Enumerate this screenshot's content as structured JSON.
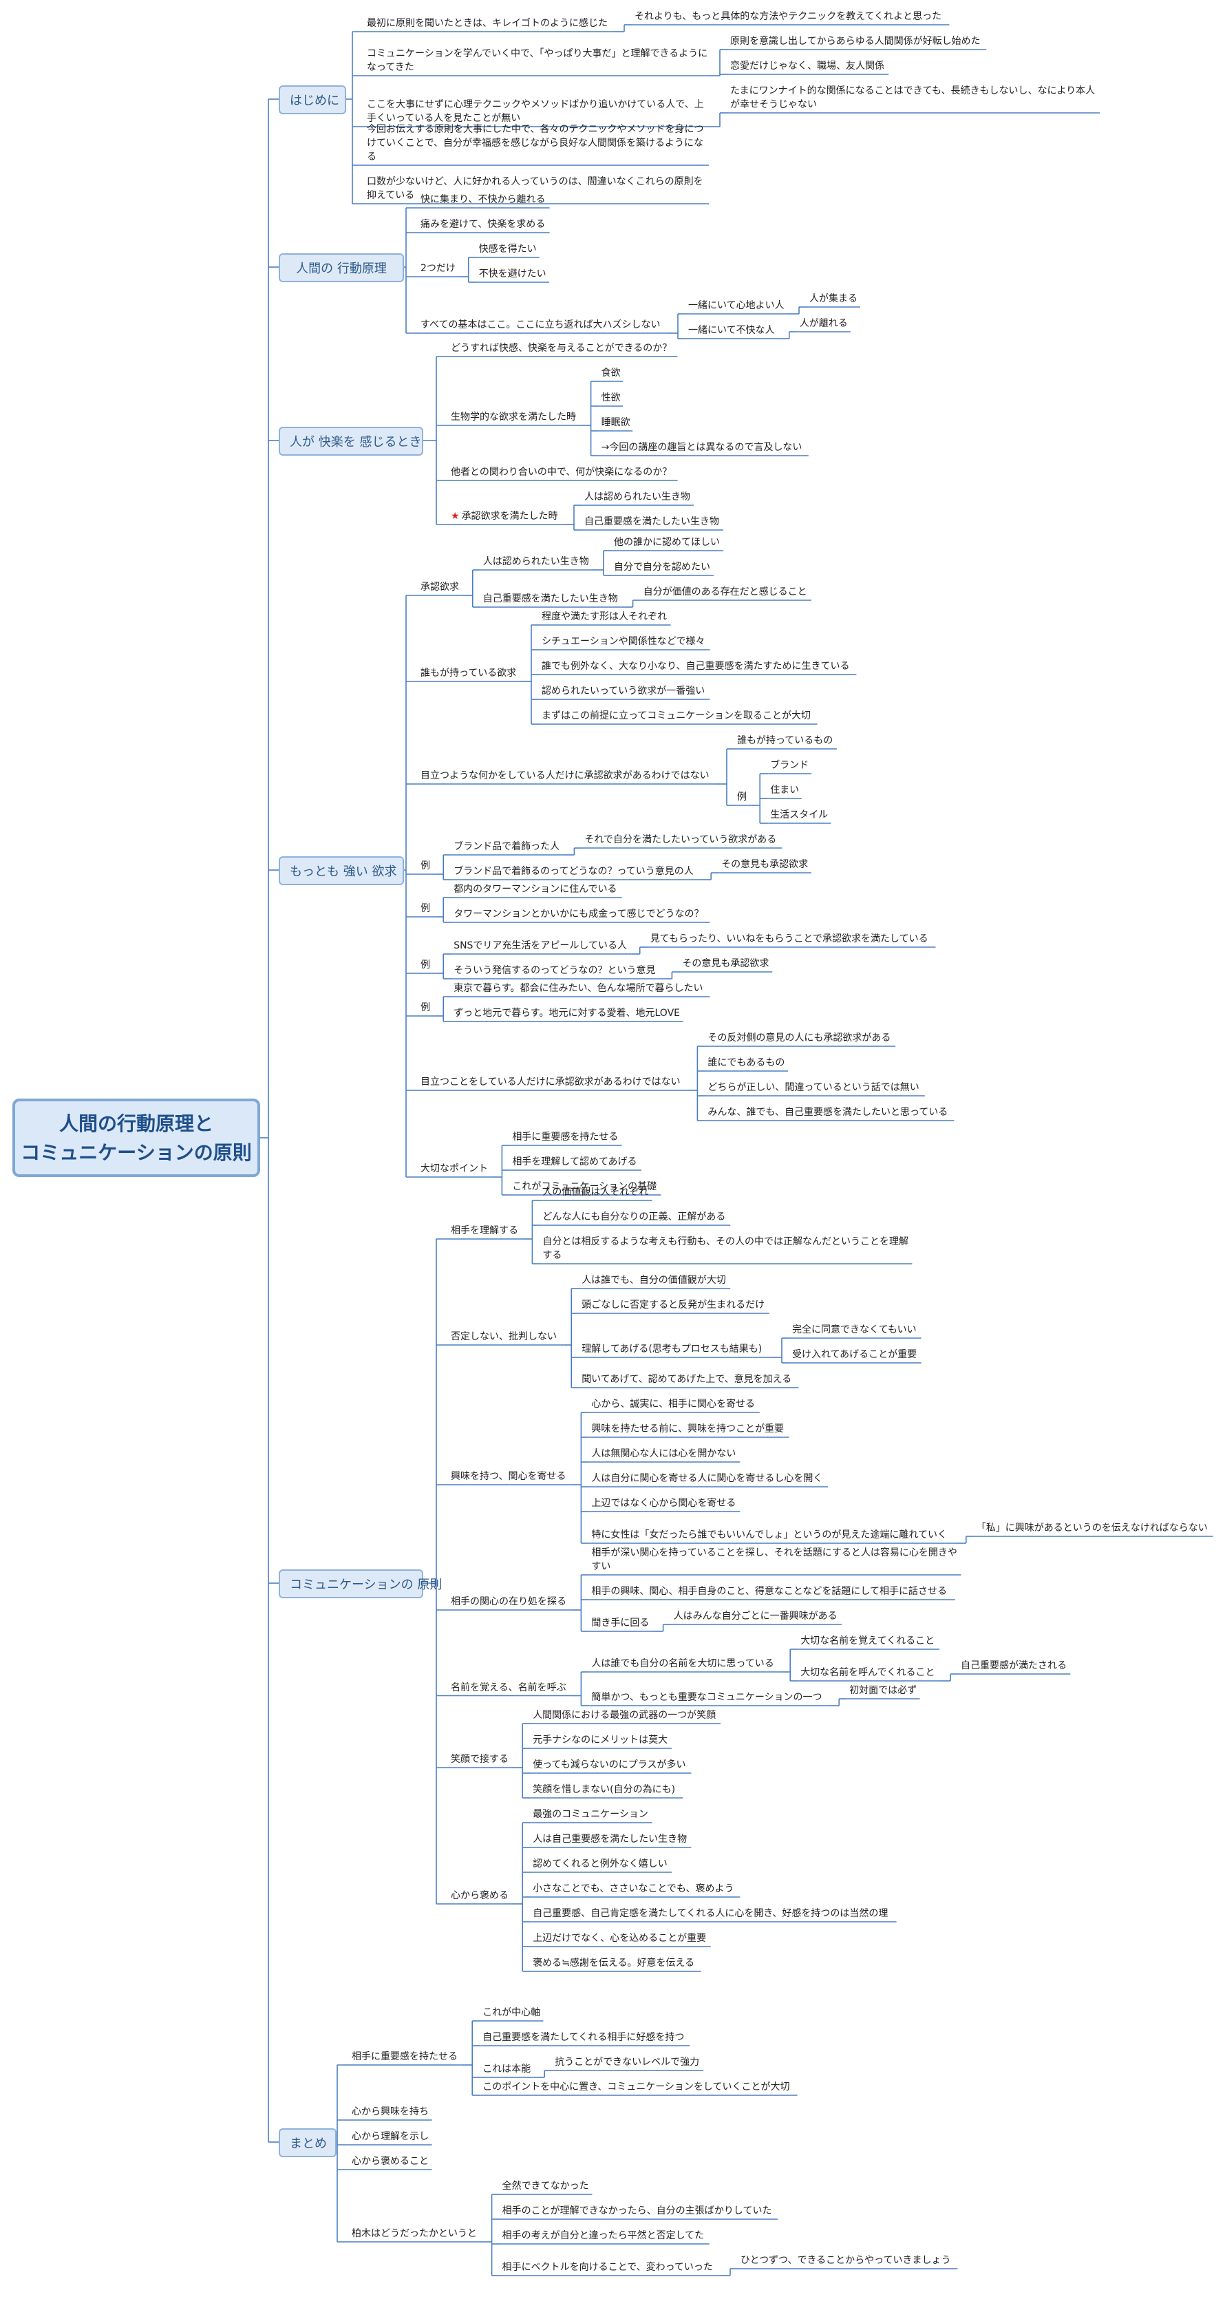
{
  "root": "人間の行動原理と\nコミュニケーションの原則",
  "branches": [
    {
      "label": "はじめに",
      "children": [
        {
          "text": "最初に原則を聞いたときは、キレイゴトのように感じた",
          "children": [
            {
              "text": "それよりも、もっと具体的な方法やテクニックを教えてくれよと思った"
            }
          ]
        },
        {
          "text": "コミュニケーションを学んでいく中で、「やっぱり大事だ」と理解できるようになってきた",
          "children": [
            {
              "text": "原則を意識し出してからあらゆる人間関係が好転し始めた"
            },
            {
              "text": "恋愛だけじゃなく、職場、友人関係"
            }
          ]
        },
        {
          "text": "ここを大事にせずに心理テクニックやメソッドばかり追いかけている人で、上手くいっている人を見たことが無い",
          "children": [
            {
              "text": "たまにワンナイト的な関係になることはできても、長続きもしないし、なにより本人が幸せそうじゃない"
            }
          ]
        },
        {
          "text": "今回お伝えする原則を大事にした中で、各々のテクニックやメソッドを身につけていくことで、自分が幸福感を感じながら良好な人間関係を築けるようになる"
        },
        {
          "text": "口数が少ないけど、人に好かれる人っていうのは、間違いなくこれらの原則を抑えている"
        }
      ]
    },
    {
      "label": "人間の 行動原理",
      "children": [
        {
          "text": "快に集まり、不快から離れる"
        },
        {
          "text": "痛みを避けて、快楽を求める"
        },
        {
          "text": "2つだけ",
          "children": [
            {
              "text": "快感を得たい"
            },
            {
              "text": "不快を避けたい"
            }
          ]
        },
        {
          "text": "すべての基本はここ。ここに立ち返れば大ハズシしない",
          "children": [
            {
              "text": "一緒にいて心地よい人",
              "children": [
                {
                  "text": "人が集まる"
                }
              ]
            },
            {
              "text": "一緒にいて不快な人",
              "children": [
                {
                  "text": "人が離れる"
                }
              ]
            }
          ]
        }
      ]
    },
    {
      "label": "人が 快楽を 感じるとき",
      "children": [
        {
          "text": "どうすれば快感、快楽を与えることができるのか？"
        },
        {
          "text": "生物学的な欲求を満たした時",
          "children": [
            {
              "text": "食欲"
            },
            {
              "text": "性欲"
            },
            {
              "text": "睡眠欲"
            },
            {
              "text": "→今回の講座の趣旨とは異なるので言及しない"
            }
          ]
        },
        {
          "text": "他者との関わり合いの中で、何が快楽になるのか？"
        },
        {
          "text": "承認欲求を満たした時",
          "star": true,
          "children": [
            {
              "text": "人は認められたい生き物"
            },
            {
              "text": "自己重要感を満たしたい生き物"
            }
          ]
        }
      ]
    },
    {
      "label": "もっとも 強い 欲求",
      "children": [
        {
          "text": "承認欲求",
          "children": [
            {
              "text": "人は認められたい生き物",
              "children": [
                {
                  "text": "他の誰かに認めてほしい"
                },
                {
                  "text": "自分で自分を認めたい"
                }
              ]
            },
            {
              "text": "自己重要感を満たしたい生き物",
              "children": [
                {
                  "text": "自分が価値のある存在だと感じること"
                }
              ]
            }
          ]
        },
        {
          "text": "誰もが持っている欲求",
          "children": [
            {
              "text": "程度や満たす形は人それぞれ"
            },
            {
              "text": "シチュエーションや関係性などで様々"
            },
            {
              "text": "誰でも例外なく、大なり小なり、自己重要感を満たすために生きている"
            },
            {
              "text": "認められたいっていう欲求が一番強い"
            },
            {
              "text": "まずはこの前提に立ってコミュニケーションを取ることが大切"
            }
          ]
        },
        {
          "text": "目立つような何かをしている人だけに承認欲求があるわけではない",
          "children": [
            {
              "text": "誰もが持っているもの"
            },
            {
              "text": "例",
              "children": [
                {
                  "text": "ブランド"
                },
                {
                  "text": "住まい"
                },
                {
                  "text": "生活スタイル"
                }
              ]
            }
          ]
        },
        {
          "text": "例",
          "children": [
            {
              "text": "ブランド品で着飾った人",
              "children": [
                {
                  "text": "それで自分を満たしたいっていう欲求がある"
                }
              ]
            },
            {
              "text": "ブランド品で着飾るのってどうなの？っていう意見の人",
              "children": [
                {
                  "text": "その意見も承認欲求"
                }
              ]
            }
          ]
        },
        {
          "text": "例",
          "children": [
            {
              "text": "都内のタワーマンションに住んでいる"
            },
            {
              "text": "タワーマンションとかいかにも成金って感じでどうなの？"
            }
          ]
        },
        {
          "text": "例",
          "children": [
            {
              "text": "SNSでリア充生活をアピールしている人",
              "children": [
                {
                  "text": "見てもらったり、いいねをもらうことで承認欲求を満たしている"
                }
              ]
            },
            {
              "text": "そういう発信するのってどうなの？という意見",
              "children": [
                {
                  "text": "その意見も承認欲求"
                }
              ]
            }
          ]
        },
        {
          "text": "例",
          "children": [
            {
              "text": "東京で暮らす。都会に住みたい、色んな場所で暮らしたい"
            },
            {
              "text": "ずっと地元で暮らす。地元に対する愛着、地元LOVE"
            }
          ]
        },
        {
          "text": "目立つことをしている人だけに承認欲求があるわけではない",
          "children": [
            {
              "text": "その反対側の意見の人にも承認欲求がある"
            },
            {
              "text": "誰にでもあるもの"
            },
            {
              "text": "どちらが正しい、間違っているという話では無い"
            },
            {
              "text": "みんな、誰でも、自己重要感を満たしたいと思っている"
            }
          ]
        },
        {
          "text": "大切なポイント",
          "children": [
            {
              "text": "相手に重要感を持たせる"
            },
            {
              "text": "相手を理解して認めてあげる"
            },
            {
              "text": "これがコミュニケーションの基礎"
            }
          ]
        }
      ]
    },
    {
      "label": "コミュニケーションの 原則",
      "children": [
        {
          "text": "相手を理解する",
          "children": [
            {
              "text": "人の価値観は人それぞれ"
            },
            {
              "text": "どんな人にも自分なりの正義、正解がある"
            },
            {
              "text": "自分とは相反するような考えも行動も、その人の中では正解なんだということを理解する"
            }
          ]
        },
        {
          "text": "否定しない、批判しない",
          "children": [
            {
              "text": "人は誰でも、自分の価値観が大切"
            },
            {
              "text": "頭ごなしに否定すると反発が生まれるだけ"
            },
            {
              "text": "理解してあげる(思考もプロセスも結果も)",
              "children": [
                {
                  "text": "完全に同意できなくてもいい"
                },
                {
                  "text": "受け入れてあげることが重要"
                }
              ]
            },
            {
              "text": "聞いてあげて、認めてあげた上で、意見を加える"
            }
          ]
        },
        {
          "text": "興味を持つ、関心を寄せる",
          "children": [
            {
              "text": "心から、誠実に、相手に関心を寄せる"
            },
            {
              "text": "興味を持たせる前に、興味を持つことが重要"
            },
            {
              "text": "人は無関心な人には心を開かない"
            },
            {
              "text": "人は自分に関心を寄せる人に関心を寄せるし心を開く"
            },
            {
              "text": "上辺ではなく心から関心を寄せる"
            },
            {
              "text": "特に女性は「女だったら誰でもいいんでしょ」というのが見えた途端に離れていく",
              "children": [
                {
                  "text": "「私」に興味があるというのを伝えなければならない"
                }
              ]
            }
          ]
        },
        {
          "text": "相手の関心の在り処を探る",
          "children": [
            {
              "text": "相手が深い関心を持っていることを探し、それを話題にすると人は容易に心を開きやすい"
            },
            {
              "text": "相手の興味、関心、相手自身のこと、得意なことなどを話題にして相手に話させる"
            },
            {
              "text": "聞き手に回る",
              "children": [
                {
                  "text": "人はみんな自分ごとに一番興味がある"
                }
              ]
            }
          ]
        },
        {
          "text": "名前を覚える、名前を呼ぶ",
          "children": [
            {
              "text": "人は誰でも自分の名前を大切に思っている",
              "children": [
                {
                  "text": "大切な名前を覚えてくれること"
                },
                {
                  "text": "大切な名前を呼んでくれること",
                  "children": [
                    {
                      "text": "自己重要感が満たされる"
                    }
                  ]
                }
              ]
            },
            {
              "text": "簡単かつ、もっとも重要なコミュニケーションの一つ",
              "children": [
                {
                  "text": "初対面では必ず"
                }
              ]
            }
          ]
        },
        {
          "text": "笑顔で接する",
          "children": [
            {
              "text": "人間関係における最強の武器の一つが笑顔"
            },
            {
              "text": "元手ナシなのにメリットは莫大"
            },
            {
              "text": "使っても減らないのにプラスが多い"
            },
            {
              "text": "笑顔を惜しまない(自分の為にも)"
            }
          ]
        },
        {
          "text": "心から褒める",
          "children": [
            {
              "text": "最強のコミュニケーション"
            },
            {
              "text": "人は自己重要感を満たしたい生き物"
            },
            {
              "text": "認めてくれると例外なく嬉しい"
            },
            {
              "text": "小さなことでも、ささいなことでも、褒めよう"
            },
            {
              "text": "自己重要感、自己肯定感を満たしてくれる人に心を開き、好感を持つのは当然の理"
            },
            {
              "text": "上辺だけでなく、心を込めることが重要"
            },
            {
              "text": "褒める≒感謝を伝える。好意を伝える"
            }
          ]
        }
      ]
    },
    {
      "label": "まとめ",
      "children": [
        {
          "text": "相手に重要感を持たせる",
          "children": [
            {
              "text": "これが中心軸"
            },
            {
              "text": "自己重要感を満たしてくれる相手に好感を持つ"
            },
            {
              "text": "これは本能",
              "children": [
                {
                  "text": "抗うことができないレベルで強力"
                }
              ]
            },
            {
              "text": "このポイントを中心に置き、コミュニケーションをしていくことが大切"
            }
          ]
        },
        {
          "text": "心から興味を持ち"
        },
        {
          "text": "心から理解を示し"
        },
        {
          "text": "心から褒めること"
        },
        {
          "text": "柏木はどうだったかというと",
          "children": [
            {
              "text": "全然できてなかった"
            },
            {
              "text": "相手のことが理解できなかったら、自分の主張ばかりしていた"
            },
            {
              "text": "相手の考えが自分と違ったら平然と否定してた"
            },
            {
              "text": "相手にベクトルを向けることで、変わっていった",
              "children": [
                {
                  "text": "ひとつずつ、できることからやっていきましょう"
                }
              ]
            }
          ]
        }
      ]
    }
  ]
}
